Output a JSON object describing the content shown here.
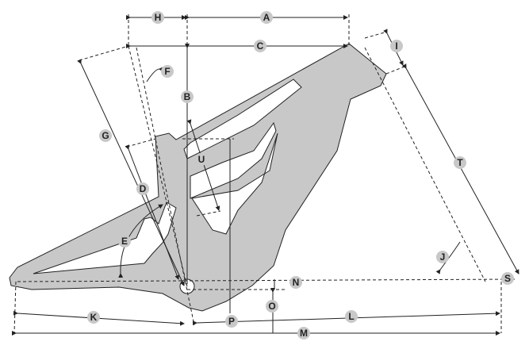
{
  "diagram": {
    "title": "Frame geometry",
    "colors": {
      "frame": "#c8c8c8",
      "outline": "#222222",
      "label_bg": "#c8c8c8"
    },
    "labels": {
      "A": "A",
      "B": "B",
      "C": "C",
      "D": "D",
      "E": "E",
      "F": "F",
      "G": "G",
      "H": "H",
      "I": "I",
      "J": "J",
      "K": "K",
      "L": "L",
      "M": "M",
      "N": "N",
      "O": "O",
      "P": "P",
      "S": "S",
      "T": "T",
      "U": "U"
    }
  }
}
